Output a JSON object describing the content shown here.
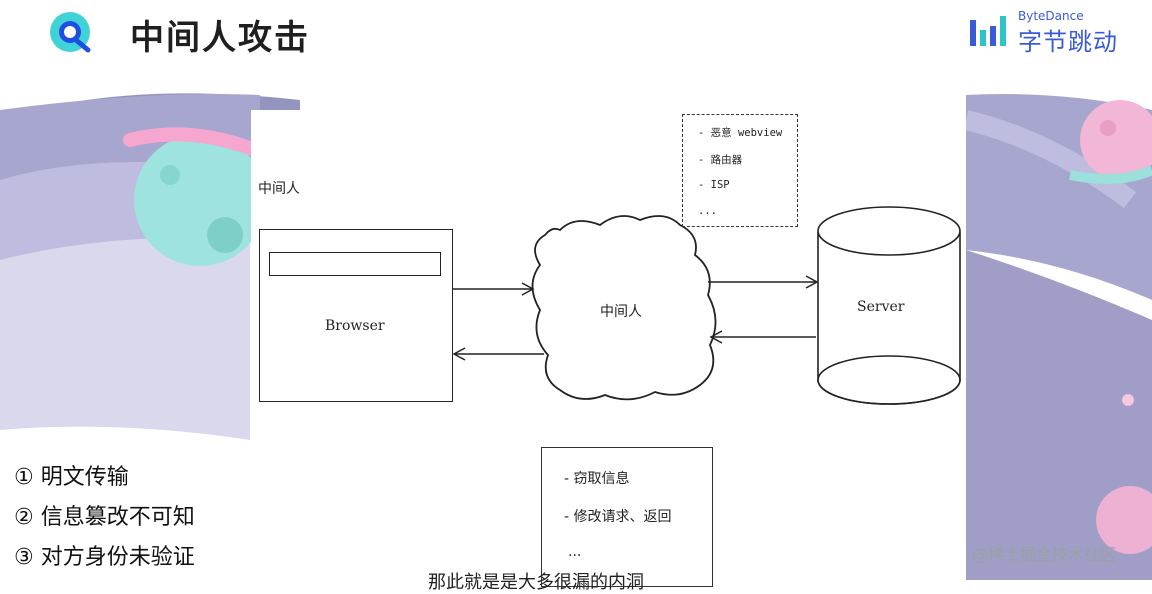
{
  "title": "中间人攻击",
  "brand": {
    "en": "ByteDance",
    "cn": "字节跳动"
  },
  "diagram": {
    "mitm_label": "中间人",
    "browser_label": "Browser",
    "cloud_label": "中间人",
    "server_label": "Server",
    "intermediaries": [
      "- 恶意 webview",
      "- 路由器",
      "- ISP",
      "..."
    ],
    "attacks": [
      "-  窃取信息",
      "-  修改请求、返回",
      "..."
    ]
  },
  "points": [
    "① 明文传输",
    "② 信息篡改不可知",
    "③ 对方身份未验证"
  ],
  "community": "@稀土掘金技术社区",
  "subtitle": "那此就是是大多很漏的内洞",
  "colors": {
    "brand_blue": "#3a5bd9",
    "logo_teal": "#3fd3d8"
  }
}
